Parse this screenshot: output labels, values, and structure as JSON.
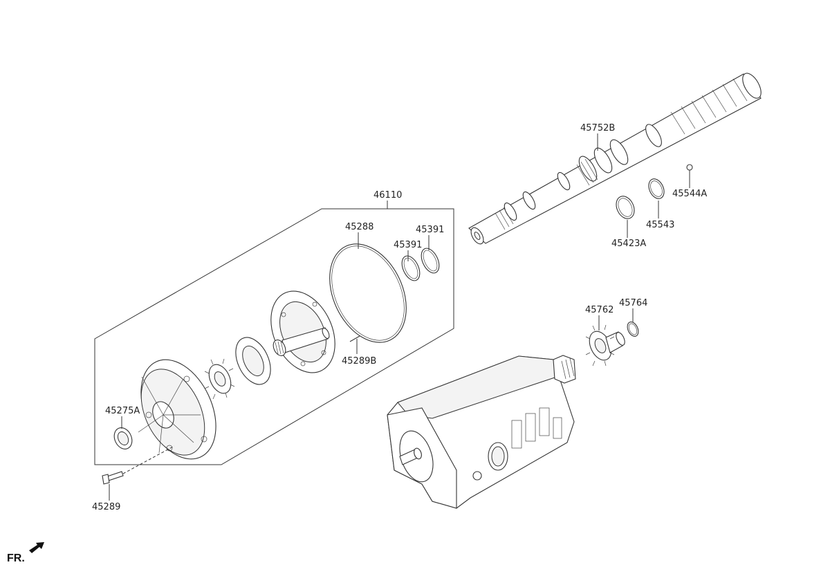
{
  "labels": {
    "l46110": "46110",
    "l45288": "45288",
    "l45391a": "45391",
    "l45391b": "45391",
    "l45289b": "45289B",
    "l45275a": "45275A",
    "l45289": "45289",
    "l45752b": "45752B",
    "l45544a": "45544A",
    "l45543": "45543",
    "l45423a": "45423A",
    "l45762": "45762",
    "l45764": "45764"
  },
  "front_indicator": {
    "text": "FR."
  }
}
